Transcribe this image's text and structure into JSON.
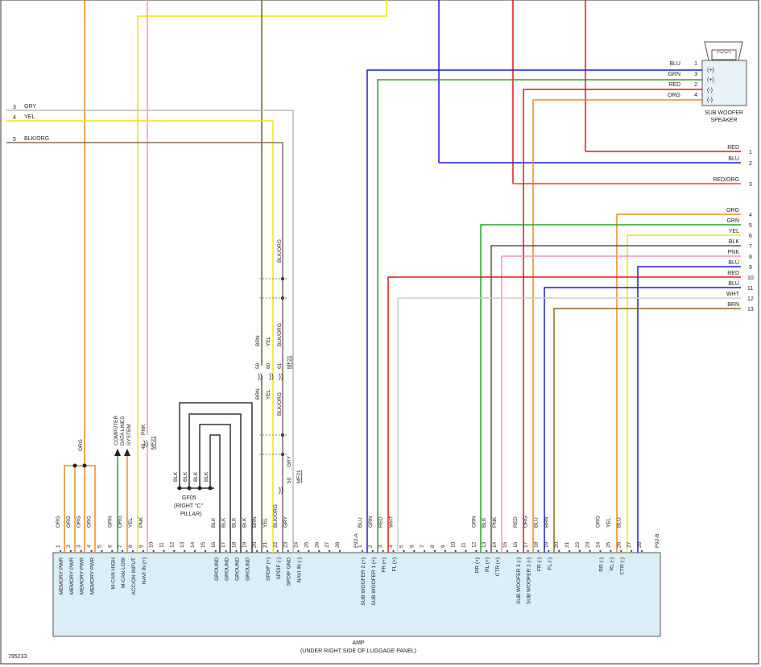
{
  "diagram_id": "795233",
  "amp": {
    "name": "AMP",
    "location": "(UNDER RIGHT SIDE OF LUGGAGE PANEL)",
    "connector_a": "F92-A",
    "connector_b": "F92-B",
    "pins_a": [
      {
        "n": "1",
        "color": "ORG",
        "func": "MEMORY PWR"
      },
      {
        "n": "2",
        "color": "ORG",
        "func": "MEMORY PWR"
      },
      {
        "n": "3",
        "color": "ORG",
        "func": "MEMORY PWR"
      },
      {
        "n": "4",
        "color": "ORG",
        "func": "MEMORY PWR"
      },
      {
        "n": "5",
        "color": "",
        "func": ""
      },
      {
        "n": "6",
        "color": "GRN",
        "func": "M-CAN HIGH"
      },
      {
        "n": "7",
        "color": "ORG",
        "func": "M-CAN LOW"
      },
      {
        "n": "8",
        "color": "YEL",
        "func": "ACC/ON INPUT"
      },
      {
        "n": "9",
        "color": "PNK",
        "func": "NAVI IN (+)"
      },
      {
        "n": "10",
        "color": "",
        "func": ""
      },
      {
        "n": "11",
        "color": "",
        "func": ""
      },
      {
        "n": "12",
        "color": "",
        "func": ""
      },
      {
        "n": "13",
        "color": "",
        "func": ""
      },
      {
        "n": "14",
        "color": "",
        "func": ""
      },
      {
        "n": "15",
        "color": "",
        "func": ""
      },
      {
        "n": "16",
        "color": "BLK",
        "func": "GROUND"
      },
      {
        "n": "17",
        "color": "BLK",
        "func": "GROUND"
      },
      {
        "n": "18",
        "color": "BLK",
        "func": "GROUND"
      },
      {
        "n": "19",
        "color": "BLK",
        "func": "GROUND"
      },
      {
        "n": "20",
        "color": "BRN",
        "func": ""
      },
      {
        "n": "21",
        "color": "YEL",
        "func": "SPDIF (+)"
      },
      {
        "n": "22",
        "color": "BLK/ORG",
        "func": "SPDIF (-)"
      },
      {
        "n": "23",
        "color": "GRY",
        "func": "SPDIF GND"
      },
      {
        "n": "24",
        "color": "",
        "func": "NAVI IN (-)"
      },
      {
        "n": "25",
        "color": "",
        "func": ""
      },
      {
        "n": "26",
        "color": "",
        "func": ""
      },
      {
        "n": "27",
        "color": "",
        "func": ""
      },
      {
        "n": "28",
        "color": "",
        "func": ""
      }
    ],
    "pins_b": [
      {
        "n": "1",
        "color": "BLU",
        "func": "SUB WOOFER 2 (+)"
      },
      {
        "n": "2",
        "color": "GRN",
        "func": "SUB WOOFER 1 (+)"
      },
      {
        "n": "3",
        "color": "RED",
        "func": "FR (+)"
      },
      {
        "n": "4",
        "color": "WHT",
        "func": "FL (+)"
      },
      {
        "n": "5",
        "color": "",
        "func": ""
      },
      {
        "n": "6",
        "color": "",
        "func": ""
      },
      {
        "n": "7",
        "color": "",
        "func": ""
      },
      {
        "n": "8",
        "color": "",
        "func": ""
      },
      {
        "n": "9",
        "color": "",
        "func": ""
      },
      {
        "n": "10",
        "color": "",
        "func": ""
      },
      {
        "n": "11",
        "color": "",
        "func": ""
      },
      {
        "n": "12",
        "color": "GRN",
        "func": "RR (+)"
      },
      {
        "n": "13",
        "color": "BLK",
        "func": "RL (+)"
      },
      {
        "n": "14",
        "color": "PNK",
        "func": "CTR (+)"
      },
      {
        "n": "15",
        "color": "",
        "func": ""
      },
      {
        "n": "16",
        "color": "RED",
        "func": "SUB WOOFER 2 (-)"
      },
      {
        "n": "17",
        "color": "ORG",
        "func": "SUB WOOFER 1 (-)"
      },
      {
        "n": "18",
        "color": "BLU",
        "func": "FR (-)"
      },
      {
        "n": "19",
        "color": "BRN",
        "func": "FL (-)"
      },
      {
        "n": "20",
        "color": "",
        "func": ""
      },
      {
        "n": "21",
        "color": "",
        "func": ""
      },
      {
        "n": "22",
        "color": "",
        "func": ""
      },
      {
        "n": "23",
        "color": "",
        "func": ""
      },
      {
        "n": "24",
        "color": "ORG",
        "func": "RR (-)"
      },
      {
        "n": "25",
        "color": "YEL",
        "func": "RL (-)"
      },
      {
        "n": "26",
        "color": "BLU",
        "func": "CTR (-)"
      },
      {
        "n": "27",
        "color": "",
        "func": ""
      },
      {
        "n": "28",
        "color": "",
        "func": ""
      }
    ]
  },
  "left_wires": [
    {
      "n": "3",
      "color": "GRY"
    },
    {
      "n": "4",
      "color": "YEL"
    },
    {
      "n": "5",
      "color": "BLK/ORG"
    }
  ],
  "right_wires_top": [
    {
      "n": "1",
      "color": "RED"
    },
    {
      "n": "2",
      "color": "BLU"
    },
    {
      "n": "3",
      "color": "RED/ORG"
    }
  ],
  "right_wires": [
    {
      "n": "4",
      "color": "ORG"
    },
    {
      "n": "5",
      "color": "GRN"
    },
    {
      "n": "6",
      "color": "YEL"
    },
    {
      "n": "7",
      "color": "BLK"
    },
    {
      "n": "8",
      "color": "PNK"
    },
    {
      "n": "9",
      "color": "BLU"
    },
    {
      "n": "10",
      "color": "RED"
    },
    {
      "n": "11",
      "color": "BLU"
    },
    {
      "n": "12",
      "color": "WHT"
    },
    {
      "n": "13",
      "color": "BRN"
    }
  ],
  "speaker": {
    "name_line1": "SUB WOOFER",
    "name_line2": "SPEAKER",
    "pins": [
      {
        "color": "BLU",
        "n": "1",
        "term": "(+)"
      },
      {
        "color": "GRN",
        "n": "3",
        "term": "(+)"
      },
      {
        "color": "RED",
        "n": "2",
        "term": "(-)"
      },
      {
        "color": "ORG",
        "n": "4",
        "term": "(-)"
      }
    ]
  },
  "ground": {
    "name": "GF05",
    "loc_line1": "(RIGHT \"C\"",
    "loc_line2": "PILLAR)",
    "wires": [
      "BLK",
      "BLK",
      "BLK",
      "BLK"
    ]
  },
  "computer_data": {
    "line1": "COMPUTER",
    "line2": "DATA LINES",
    "line3": "SYSTEM"
  },
  "org_splice": "ORG",
  "mf21_a": {
    "pin": "49",
    "color": "PNK",
    "connector": "MF21"
  },
  "mf21_b": {
    "pins": [
      {
        "n": "59",
        "color": "BRN"
      },
      {
        "n": "60",
        "color": "YEL"
      },
      {
        "n": "61",
        "color": "BLK/ORG"
      }
    ],
    "connector": "MF21"
  },
  "mf21_c": {
    "pin": "50",
    "color": "GRY",
    "connector": "MF21"
  },
  "blkorg_upper": "BLK/ORG",
  "blkorg_lower": "BLK/ORG",
  "brn_mid": "BRN",
  "colors": {
    "ORG": "#f08a1c",
    "GRN": "#2ca02c",
    "YEL": "#f2e600",
    "PNK": "#ff8fc0",
    "BLK": "#333333",
    "BRN": "#8a6a1a",
    "GRY": "#b8b8b8",
    "BLKORG": "#8a6b5a",
    "BLU": "#1a1ae0",
    "RED": "#ee1111",
    "WHT": "#cccccc",
    "REDORG": "#ff3d1a",
    "OLIVE": "#7a6410",
    "AMP_FILL": "#d9eef6"
  }
}
